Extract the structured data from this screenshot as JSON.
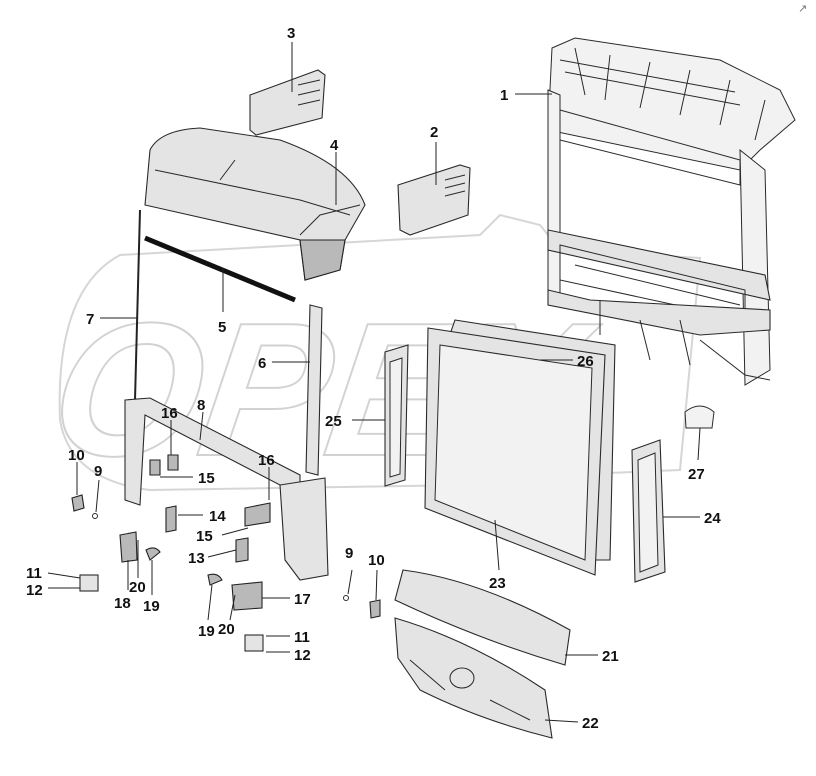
{
  "watermark": {
    "text": "OPEX"
  },
  "corner_mark": "↗",
  "callouts": [
    {
      "id": "c1",
      "label": "1"
    },
    {
      "id": "c2",
      "label": "2"
    },
    {
      "id": "c3",
      "label": "3"
    },
    {
      "id": "c4",
      "label": "4"
    },
    {
      "id": "c5",
      "label": "5"
    },
    {
      "id": "c6",
      "label": "6"
    },
    {
      "id": "c7",
      "label": "7"
    },
    {
      "id": "c8",
      "label": "8"
    },
    {
      "id": "c9a",
      "label": "9"
    },
    {
      "id": "c9b",
      "label": "9"
    },
    {
      "id": "c10a",
      "label": "10"
    },
    {
      "id": "c10b",
      "label": "10"
    },
    {
      "id": "c11a",
      "label": "11"
    },
    {
      "id": "c11b",
      "label": "11"
    },
    {
      "id": "c12a",
      "label": "12"
    },
    {
      "id": "c12b",
      "label": "12"
    },
    {
      "id": "c13",
      "label": "13"
    },
    {
      "id": "c14",
      "label": "14"
    },
    {
      "id": "c15a",
      "label": "15"
    },
    {
      "id": "c15b",
      "label": "15"
    },
    {
      "id": "c16a",
      "label": "16"
    },
    {
      "id": "c16b",
      "label": "16"
    },
    {
      "id": "c17",
      "label": "17"
    },
    {
      "id": "c18",
      "label": "18"
    },
    {
      "id": "c19a",
      "label": "19"
    },
    {
      "id": "c19b",
      "label": "19"
    },
    {
      "id": "c20a",
      "label": "20"
    },
    {
      "id": "c20b",
      "label": "20"
    },
    {
      "id": "c21",
      "label": "21"
    },
    {
      "id": "c22",
      "label": "22"
    },
    {
      "id": "c23",
      "label": "23"
    },
    {
      "id": "c24",
      "label": "24"
    },
    {
      "id": "c25",
      "label": "25"
    },
    {
      "id": "c26",
      "label": "26"
    },
    {
      "id": "c27",
      "label": "27"
    }
  ]
}
